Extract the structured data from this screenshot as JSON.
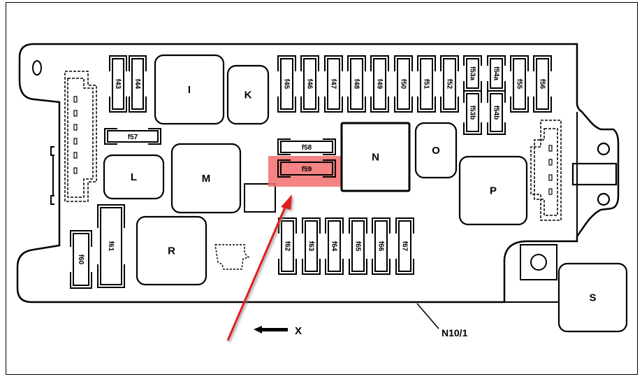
{
  "diagram": {
    "module_label": "N10/1",
    "direction_label": "X",
    "highlight_color": "#f26d6d",
    "arrow_color": "#e31b1b",
    "highlighted_fuse": "f59",
    "fuses": {
      "top_left": [
        "f43",
        "f44"
      ],
      "top_right": [
        "f45",
        "f46",
        "f47",
        "f48",
        "f49",
        "f50",
        "f51",
        "f52",
        "f53a",
        "f54a",
        "f55",
        "f56"
      ],
      "top_right_lower": [
        "f53b",
        "f54b"
      ],
      "horizontal": [
        "f57",
        "f58",
        "f59"
      ],
      "bottom": [
        "f62",
        "f63",
        "f64",
        "f65",
        "f66",
        "f67"
      ],
      "left_bottom": [
        "f60",
        "f61"
      ]
    },
    "relays": [
      "I",
      "K",
      "L",
      "M",
      "N",
      "O",
      "P",
      "R",
      "S"
    ]
  }
}
